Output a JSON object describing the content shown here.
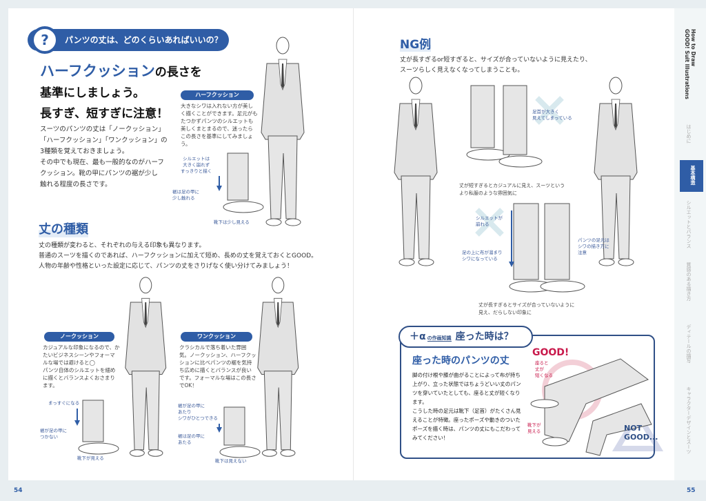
{
  "left_page": {
    "question": "パンツの丈は、どのくらいあればいいの？",
    "question_icon": "?",
    "headline_accent": "ハーフクッション",
    "headline_rest1": "の長さを",
    "headline_line2": "基準にしましょう。",
    "headline_line3": "長すぎ、短すぎに注意！",
    "intro": [
      "スーツのパンツの丈は「ノークッション」",
      "「ハーフクッション」「ワンクッション」の",
      "3種類を覚えておきましょう。",
      "その中でも現在、最も一般的なのがハーフ",
      "クッション。靴の甲にパンツの裾が少し",
      "触れる程度の長さです。"
    ],
    "half_cushion": {
      "label": "ハーフクッション",
      "desc": "大きなシワは入れない方が美しく描くことができます。足元がもたつかずパンツのシルエットも美しくまとまるので、迷ったらこの長さを基準にしてみましょう。",
      "note_arrow": "シルエットは\n大きく崩れず\nすっきりと描く",
      "note_hem": "裾は足の甲に\n少し触れる",
      "note_sock": "靴下は少し見える"
    },
    "section_title": "丈の種類",
    "section_body": [
      "丈の種類が変わると、それぞれの与える印象も異なります。",
      "普通のスーツを描くのであれば、ハーフクッションに加えて短め、長めの丈を覚えておくとGOOD。",
      "人物の年齢や性格といった設定に応じて、パンツの丈をさりげなく使い分けてみましょう！"
    ],
    "no_cushion": {
      "label": "ノークッション",
      "desc": "カジュアルな印象になるので、かたいビジネスシーンやフォーマルな場では避けると◯\nパンツ自体のシルエットを細めに描くとバランスよくおさまります。",
      "note_arrow": "まっすぐになる",
      "note_hem": "裾が足の甲に\nつかない",
      "note_sock": "靴下が見える"
    },
    "one_cushion": {
      "label": "ワンクッション",
      "desc": "クラシカルで落ち着いた雰囲気。ノークッション、ハーフクッションに比べパンツの裾を気持ち広めに描くとバランスが良いです。フォーマルな場はこの長さでOK！",
      "note_arrow": "裾が足の甲に\nあたり\nシワがひとつできる",
      "note_hem": "裾は足の甲に\nあたる",
      "note_sock": "靴下は見えない"
    },
    "page_number": "54"
  },
  "right_page": {
    "title": "NG例",
    "intro": [
      "丈が長すぎるor短すぎると、サイズが合っていないように見えたり、",
      "スーツらしく見えなくなってしまうことも。"
    ],
    "short_note": "足首が大きく\n見えてしまっている",
    "short_caption": "丈が短すぎるとカジュアルに見え、スーツというより私服のような雰囲気に",
    "long_note_silhouette": "シルエットが\n崩れる",
    "long_note_wrinkle": "足の上に布が溜まり\nシワになっている",
    "long_note_hem": "パンツの足元は\nシワの描き方に\n注意",
    "long_caption": "丈が長すぎるとサイズが合っていないように見え、だらしない印象に",
    "box": {
      "plus": "＋α",
      "sub": "の作画知識",
      "title": "座った時は？",
      "heading": "座った時のパンツの丈",
      "body": "脚の付け根や膝が曲がることによって布が持ち上がり、立った状態ではちょうどいい丈のパンツを穿いていたとしても、座ると丈が短くなります。\nこうした時の足元は靴下（足首）がたくさん見えることが特徴。座ったポーズや動きのついたポーズを描く時は、パンツの丈にもこだわってみてください！",
      "good": "GOOD!",
      "not_good": "NOT\nGOOD...",
      "note_short": "座ると\n丈が\n短くなる",
      "note_sock": "靴下が\n見える"
    },
    "page_number": "55"
  },
  "sidebar": {
    "book_title": "How to Draw\nGOOD! Suit Illustrations",
    "tabs": [
      "はじめに",
      "基本構造",
      "シルエットとバランス",
      "質感のある描き方",
      "ディテールの描写",
      "キャラクターデザインとスーツ"
    ],
    "active_tab": 1
  },
  "colors": {
    "accent": "#2f5da6",
    "good": "#c8194b",
    "ng_mark": "#cfe4ea"
  }
}
